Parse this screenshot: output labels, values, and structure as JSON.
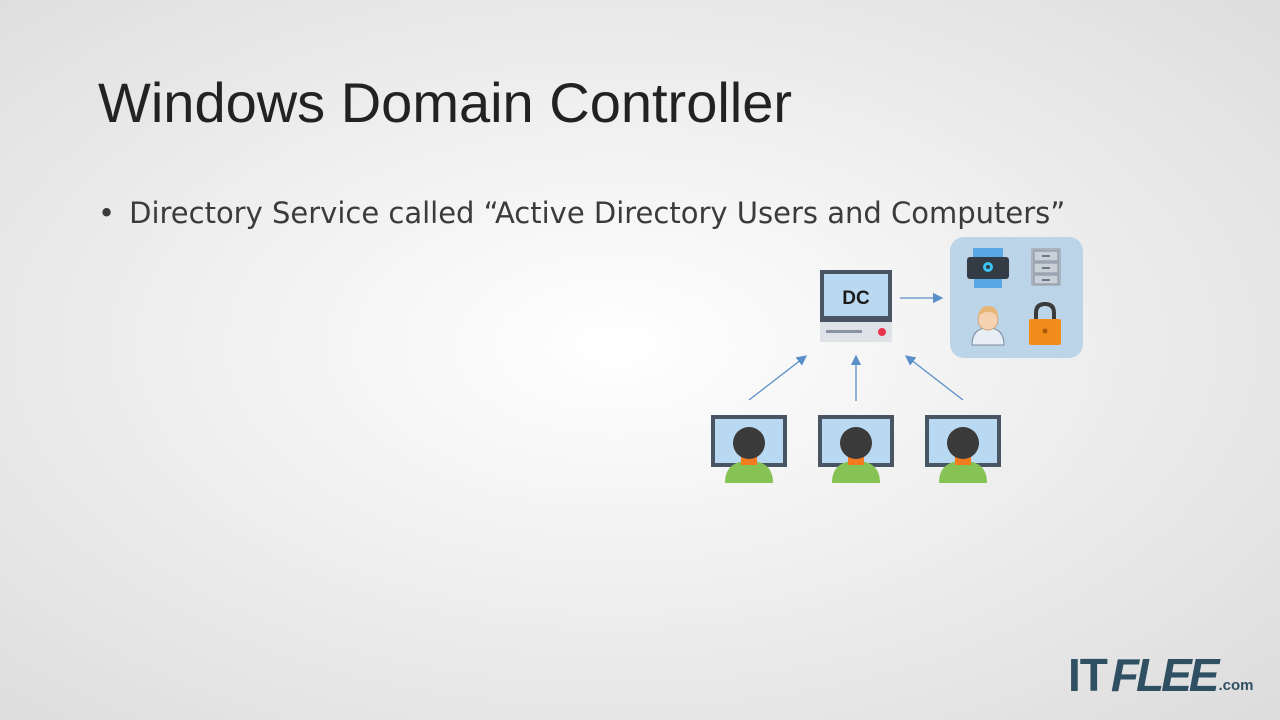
{
  "slide": {
    "title": "Windows Domain Controller",
    "bullet_marker": "•",
    "bullet_text": "Directory Service called “Active Directory Users and Computers”"
  },
  "diagram": {
    "server_label": "DC",
    "client_count": 3,
    "resource_icons": [
      "printer-icon",
      "file-cabinet-icon",
      "user-icon",
      "lock-icon"
    ],
    "colors": {
      "screen": "#b9d9f3",
      "monitor_frame": "#4a5564",
      "arrow": "#5b8fc9",
      "resource_panel": "#bcd4e8",
      "lock": "#f28c1b",
      "shirt": "#86c254",
      "collar": "#f47c20",
      "hair": "#3a3a3a"
    }
  },
  "logo": {
    "it": "IT",
    "flee": "FLEE",
    "com": ".com"
  }
}
